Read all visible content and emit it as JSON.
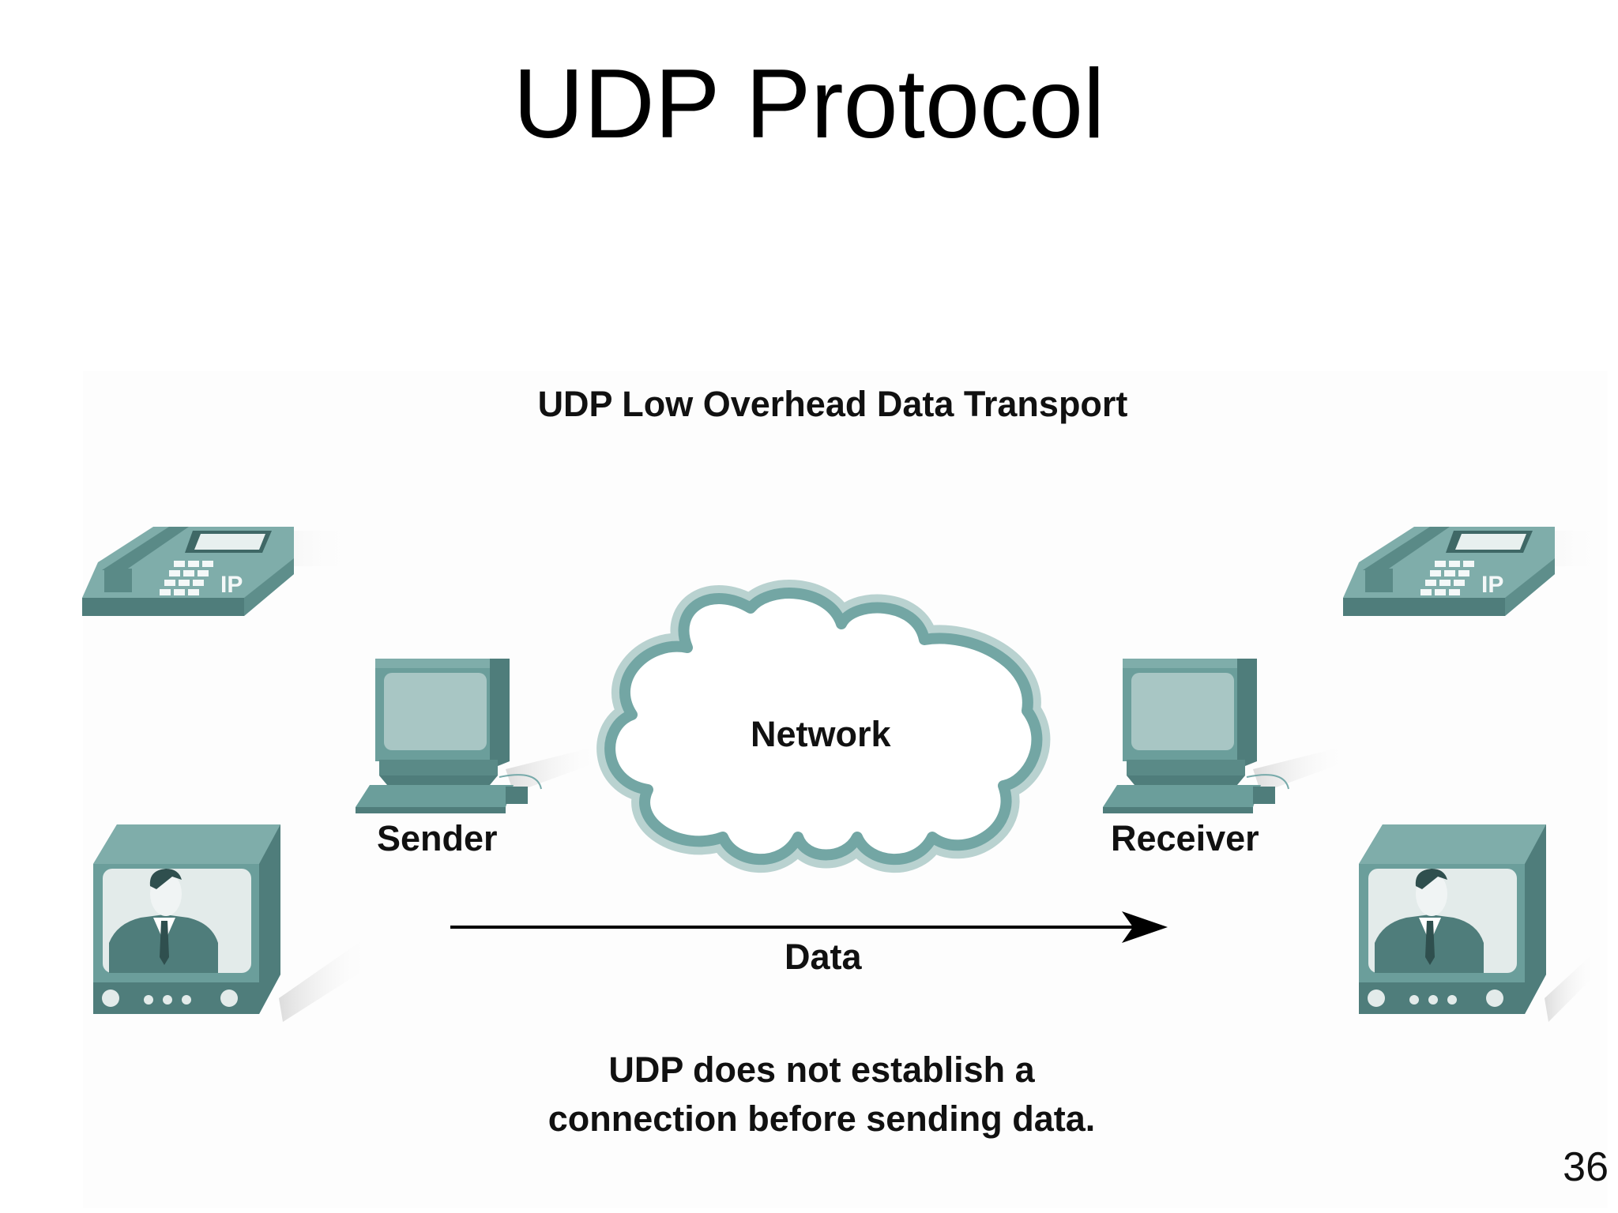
{
  "slide": {
    "title": "UDP Protocol",
    "page_number": "36"
  },
  "diagram": {
    "subtitle": "UDP Low Overhead Data Transport",
    "network_label": "Network",
    "sender_label": "Sender",
    "receiver_label": "Receiver",
    "data_label": "Data",
    "note_line1": "UDP does not establish a",
    "note_line2": "connection before sending data.",
    "ip_phone_text": "IP",
    "colors": {
      "device_teal": "#6b9e9b",
      "device_dark": "#4f7d7b",
      "device_light": "#a8c6c4",
      "screen": "#9fbfbd",
      "cloud_stroke": "#73a6a4",
      "arrow": "#000000"
    },
    "icons": [
      "ip-phone-icon",
      "computer-icon",
      "video-monitor-icon",
      "cloud-icon",
      "arrow-icon"
    ]
  }
}
